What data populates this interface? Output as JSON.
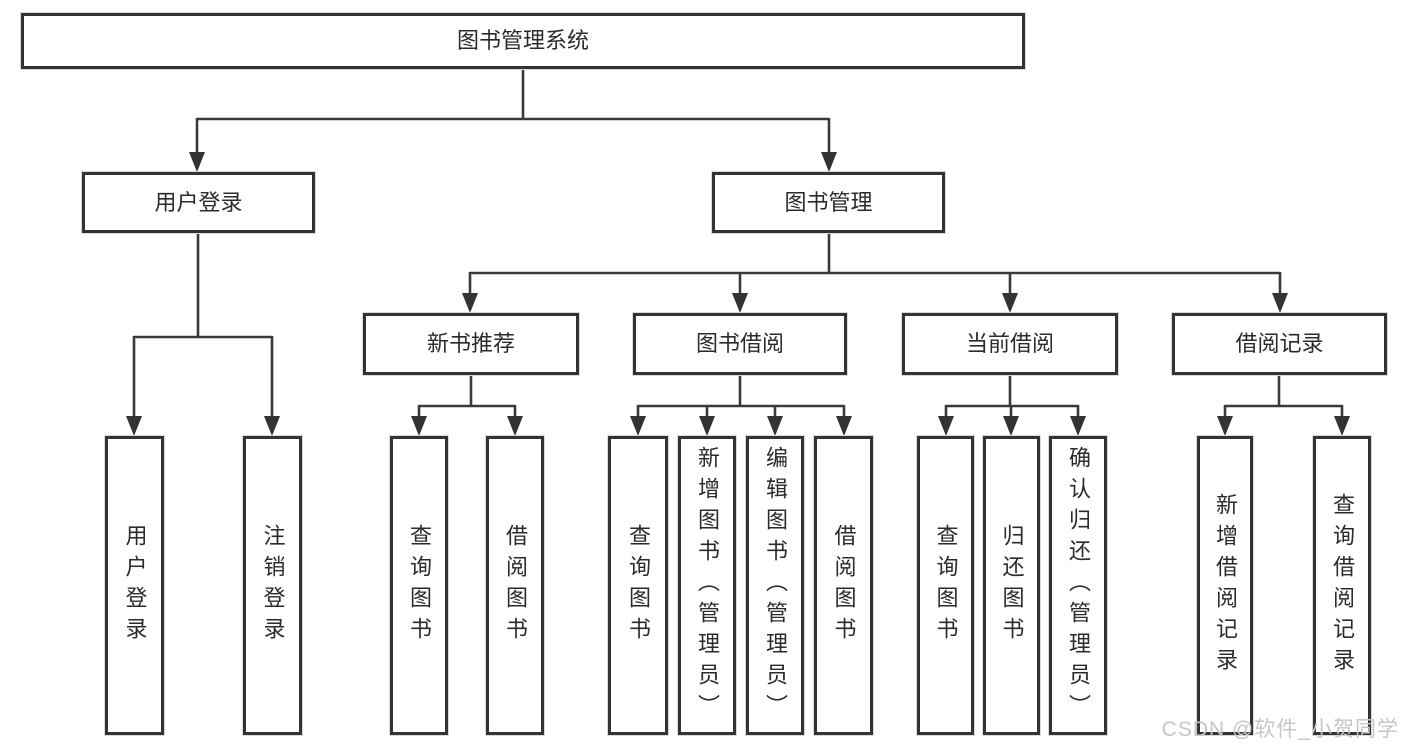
{
  "diagram": {
    "type": "hierarchy-tree",
    "nodes": {
      "root": "图书管理系统",
      "user_login": "用户登录",
      "book_management": "图书管理",
      "new_book_recommend": "新书推荐",
      "book_borrow": "图书借阅",
      "current_borrow": "当前借阅",
      "borrow_records": "借阅记录",
      "leaf_user_login": "用户登录",
      "leaf_logout": "注销登录",
      "leaf_rec_query_books": "查询图书",
      "leaf_rec_borrow_books": "借阅图书",
      "leaf_borrow_query_books": "查询图书",
      "leaf_borrow_add_books": "新增图书（管理员）",
      "leaf_borrow_edit_books": "编辑图书（管理员）",
      "leaf_borrow_borrow_books": "借阅图书",
      "leaf_current_query_books": "查询图书",
      "leaf_current_return_books": "归还图书",
      "leaf_current_confirm_return": "确认归还（管理员）",
      "leaf_records_add_record": "新增借阅记录",
      "leaf_records_query_record": "查询借阅记录"
    },
    "edges": [
      {
        "from": "root",
        "to": [
          "user_login",
          "book_management"
        ]
      },
      {
        "from": "user_login",
        "to": [
          "leaf_user_login",
          "leaf_logout"
        ]
      },
      {
        "from": "book_management",
        "to": [
          "new_book_recommend",
          "book_borrow",
          "current_borrow",
          "borrow_records"
        ]
      },
      {
        "from": "new_book_recommend",
        "to": [
          "leaf_rec_query_books",
          "leaf_rec_borrow_books"
        ]
      },
      {
        "from": "book_borrow",
        "to": [
          "leaf_borrow_query_books",
          "leaf_borrow_add_books",
          "leaf_borrow_edit_books",
          "leaf_borrow_borrow_books"
        ]
      },
      {
        "from": "current_borrow",
        "to": [
          "leaf_current_query_books",
          "leaf_current_return_books",
          "leaf_current_confirm_return"
        ]
      },
      {
        "from": "borrow_records",
        "to": [
          "leaf_records_add_record",
          "leaf_records_query_record"
        ]
      }
    ],
    "colors": {
      "line": "#3a3a3a",
      "box_border": "#333333",
      "box_fill": "#ffffff",
      "text": "#2b2b2b",
      "watermark": "#c6c6c6"
    }
  },
  "watermark": "CSDN @软件_小贺同学"
}
